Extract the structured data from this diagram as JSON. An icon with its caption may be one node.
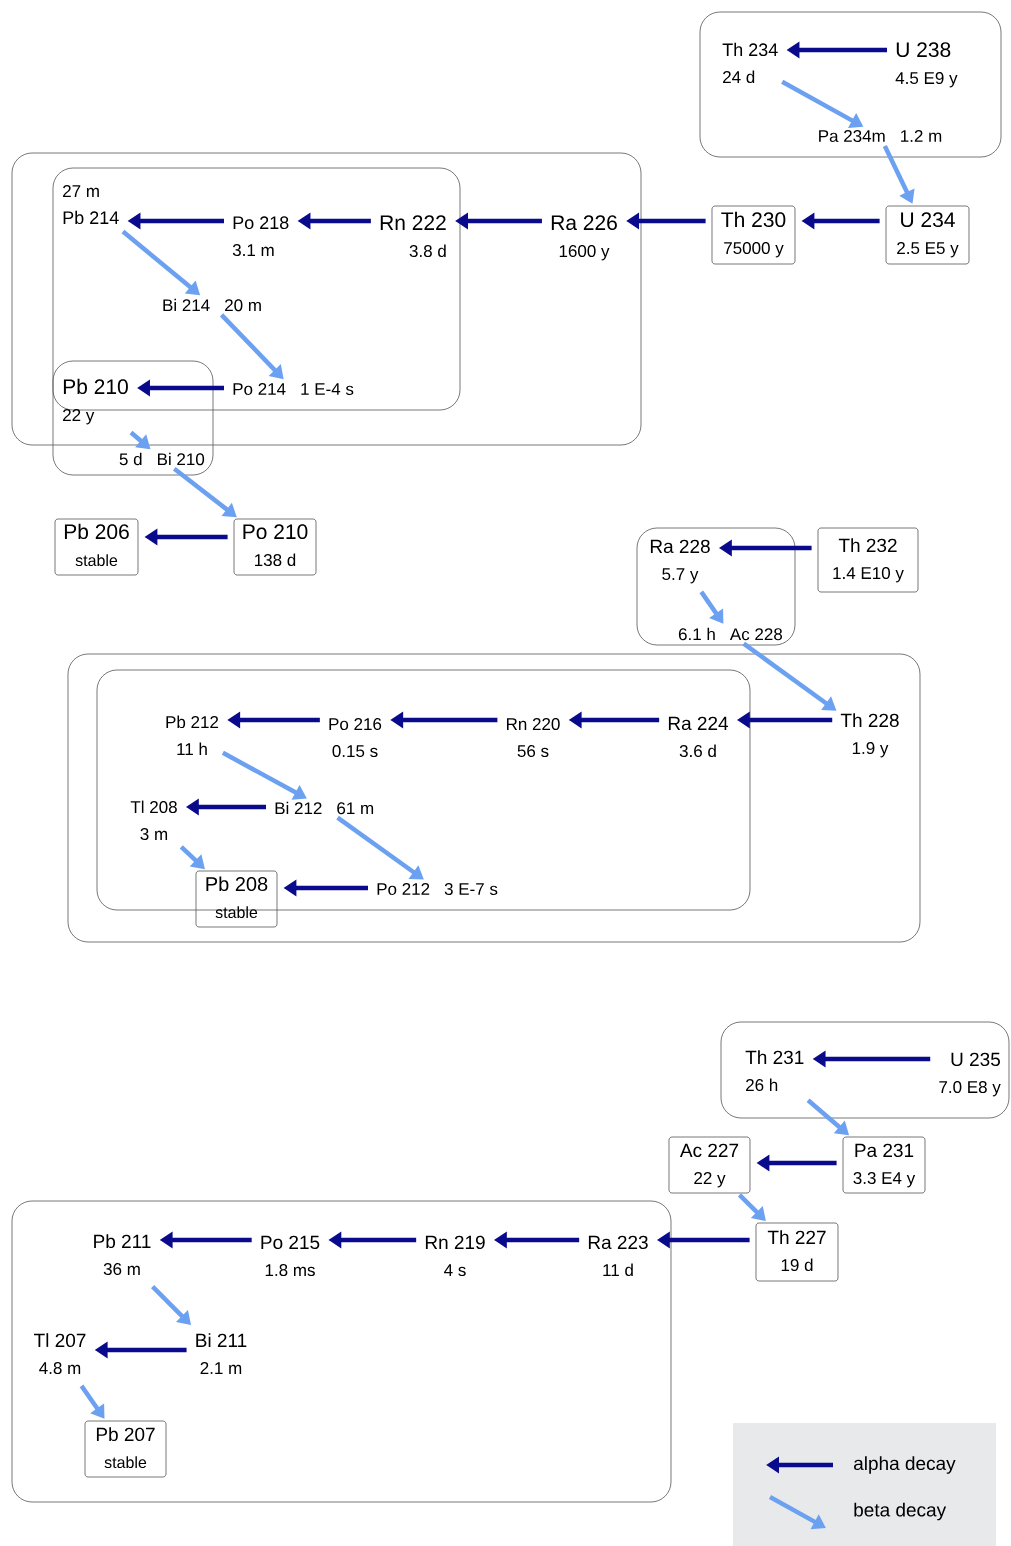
{
  "diagram": {
    "nodes": [
      {
        "text": [],
        "shape": "box"
      },
      {
        "text": [
          "Th 234",
          "24 d"
        ],
        "in": 0
      },
      {
        "text": [
          "U 238",
          "4.5 E9 y"
        ],
        "in": 0
      },
      {
        "text": [
          "Pa 234m",
          "1.2 m"
        ],
        "in": 0
      },
      {
        "text": [],
        "shape": "box"
      },
      {
        "text": [],
        "shape": "box",
        "in": 4
      },
      {
        "text": [
          "27 m",
          "Pb 214"
        ],
        "in": 5
      },
      {
        "text": [
          "Po 218",
          "3.1 m"
        ],
        "in": 5
      },
      {
        "text": [
          "Rn 222",
          "3.8 d"
        ],
        "in": 5
      },
      {
        "text": [
          "Bi 214",
          "20 m"
        ],
        "in": 5
      },
      {
        "text": [
          "Po 214",
          "1 E-4 s"
        ],
        "in": 5
      },
      {
        "text": [
          "Ra 226",
          "1600 y"
        ],
        "in": 4
      },
      {
        "text": [
          "Th 230",
          "75000 y"
        ]
      },
      {
        "text": [
          "U 234",
          "2.5 E5 y"
        ]
      },
      {
        "text": [],
        "shape": "box"
      },
      {
        "text": [
          "Pb 210",
          "22 y"
        ]
      },
      {
        "text": [
          "5 d",
          "Bi 210"
        ],
        "in": 14
      },
      {
        "text": [
          "Pb 206",
          "stable"
        ]
      },
      {
        "text": [
          "Po 210",
          "138 d"
        ]
      },
      {
        "text": [],
        "shape": "box"
      },
      {
        "text": [
          "Ra 228",
          "5.7 y"
        ],
        "in": 19
      },
      {
        "text": [
          "6.1 h",
          "Ac 228"
        ],
        "in": 19
      },
      {
        "text": [
          "Th 232",
          "1.4 E10 y"
        ]
      },
      {
        "text": [],
        "shape": "box"
      },
      {
        "text": [],
        "shape": "box",
        "in": 23
      },
      {
        "text": [
          "Pb 212",
          "11 h"
        ],
        "in": 24
      },
      {
        "text": [
          "Po 216",
          "0.15 s"
        ],
        "in": 24
      },
      {
        "text": [
          "Rn 220",
          "56 s"
        ],
        "in": 24
      },
      {
        "text": [
          "Ra 224",
          "3.6 d"
        ],
        "in": 24
      },
      {
        "text": [
          "Th 228",
          "1.9 y"
        ],
        "in": 23
      },
      {
        "text": [
          "Tl 208",
          "3 m"
        ],
        "in": 24
      },
      {
        "text": [
          "Bi 212",
          "61 m"
        ],
        "in": 24
      },
      {
        "text": [
          "Po 212",
          "3 E-7 s"
        ],
        "in": 24
      },
      {
        "text": [
          "Pb 208",
          "stable"
        ],
        "in": 23
      },
      {
        "text": [],
        "shape": "box"
      },
      {
        "text": [
          "Th 231",
          "26 h"
        ],
        "in": 34
      },
      {
        "text": [
          "U 235",
          "7.0 E8 y"
        ],
        "in": 34
      },
      {
        "text": [
          "Pa 231",
          "3.3 E4 y"
        ]
      },
      {
        "text": [
          "Ac 227",
          "22 y"
        ]
      },
      {
        "text": [
          "Th 227",
          "19 d"
        ]
      },
      {
        "text": [],
        "shape": "box"
      },
      {
        "text": [
          "Pb 211",
          "36 m"
        ],
        "in": 40
      },
      {
        "text": [
          "Po 215",
          "1.8 ms"
        ],
        "in": 40
      },
      {
        "text": [
          "Rn 219",
          "4 s"
        ],
        "in": 40
      },
      {
        "text": [
          "Ra 223",
          "11 d"
        ],
        "in": 40
      },
      {
        "text": [
          "Bi 211",
          "2.1 m"
        ],
        "in": 40
      },
      {
        "text": [
          "Tl 207",
          "4.8 m"
        ],
        "in": 40
      },
      {
        "text": [
          "Pb 207",
          "stable"
        ],
        "in": 40
      }
    ],
    "edges": [
      {
        "from": 2,
        "to": 1,
        "arrow": "to"
      },
      {
        "from": 1,
        "to": 3,
        "arrow": "to",
        "color": "#6ca0f0"
      },
      {
        "from": 3,
        "to": 13,
        "arrow": "to",
        "color": "#6ca0f0"
      },
      {
        "from": 13,
        "to": 12,
        "arrow": "to"
      },
      {
        "from": 12,
        "to": 11,
        "arrow": "to"
      },
      {
        "from": 11,
        "to": 8,
        "arrow": "to"
      },
      {
        "from": 8,
        "to": 7,
        "arrow": "to"
      },
      {
        "from": 7,
        "to": 6,
        "arrow": "to"
      },
      {
        "from": 6,
        "to": 9,
        "arrow": "to",
        "color": "#6ca0f0"
      },
      {
        "from": 9,
        "to": 10,
        "arrow": "to",
        "color": "#6ca0f0"
      },
      {
        "from": 10,
        "to": 15,
        "arrow": "to"
      },
      {
        "from": 15,
        "to": 16,
        "arrow": "to",
        "color": "#6ca0f0"
      },
      {
        "from": 16,
        "to": 18,
        "arrow": "to",
        "color": "#6ca0f0"
      },
      {
        "from": 18,
        "to": 17,
        "arrow": "to"
      },
      {
        "from": 22,
        "to": 20,
        "arrow": "to"
      },
      {
        "from": 20,
        "to": 21,
        "arrow": "to",
        "color": "#6ca0f0"
      },
      {
        "from": 21,
        "to": 29,
        "arrow": "to",
        "color": "#6ca0f0"
      },
      {
        "from": 29,
        "to": 28,
        "arrow": "to"
      },
      {
        "from": 28,
        "to": 27,
        "arrow": "to"
      },
      {
        "from": 27,
        "to": 26,
        "arrow": "to"
      },
      {
        "from": 26,
        "to": 25,
        "arrow": "to"
      },
      {
        "from": 25,
        "to": 31,
        "arrow": "to",
        "color": "#6ca0f0"
      },
      {
        "from": 31,
        "to": 30,
        "arrow": "to"
      },
      {
        "from": 31,
        "to": 32,
        "arrow": "to",
        "color": "#6ca0f0"
      },
      {
        "from": 32,
        "to": 33,
        "arrow": "to"
      },
      {
        "from": 30,
        "to": 33,
        "arrow": "to",
        "color": "#6ca0f0"
      },
      {
        "from": 36,
        "to": 35,
        "arrow": "to"
      },
      {
        "from": 35,
        "to": 37,
        "arrow": "to",
        "color": "#6ca0f0"
      },
      {
        "from": 37,
        "to": 38,
        "arrow": "to"
      },
      {
        "from": 38,
        "to": 39,
        "arrow": "to",
        "color": "#6ca0f0"
      },
      {
        "from": 39,
        "to": 44,
        "arrow": "to"
      },
      {
        "from": 44,
        "to": 43,
        "arrow": "to"
      },
      {
        "from": 43,
        "to": 42,
        "arrow": "to"
      },
      {
        "from": 42,
        "to": 41,
        "arrow": "to"
      },
      {
        "from": 41,
        "to": 45,
        "arrow": "to",
        "color": "#6ca0f0"
      },
      {
        "from": 45,
        "to": 46,
        "arrow": "to"
      },
      {
        "from": 46,
        "to": 47,
        "arrow": "to",
        "color": "#6ca0f0"
      }
    ],
    "legend": [
      {
        "text": "alpha decay"
      },
      {
        "text": "beta decay"
      }
    ]
  }
}
